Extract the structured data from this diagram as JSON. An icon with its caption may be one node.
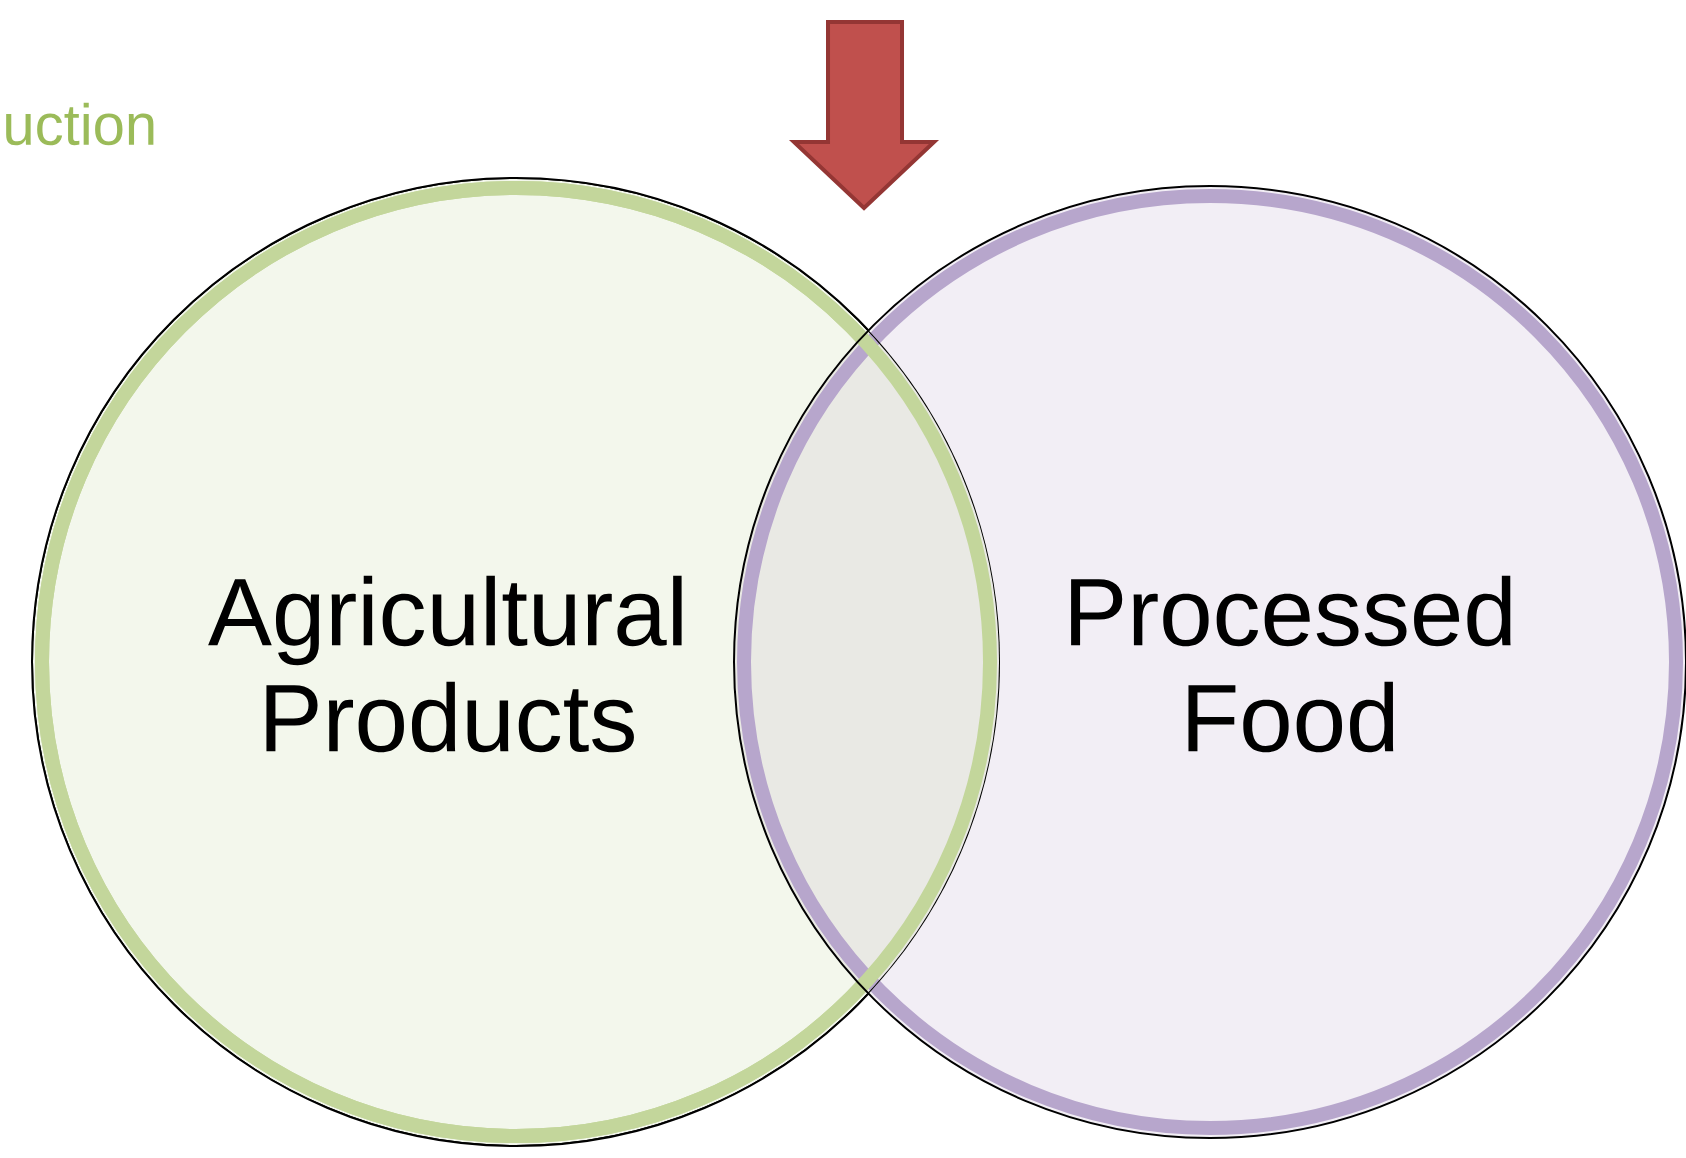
{
  "diagram": {
    "nodes": [
      {
        "text": [
          "Agricultural Products"
        ]
      },
      {
        "text": [
          "Processed Food"
        ]
      }
    ],
    "labels": [
      "uction"
    ]
  }
}
